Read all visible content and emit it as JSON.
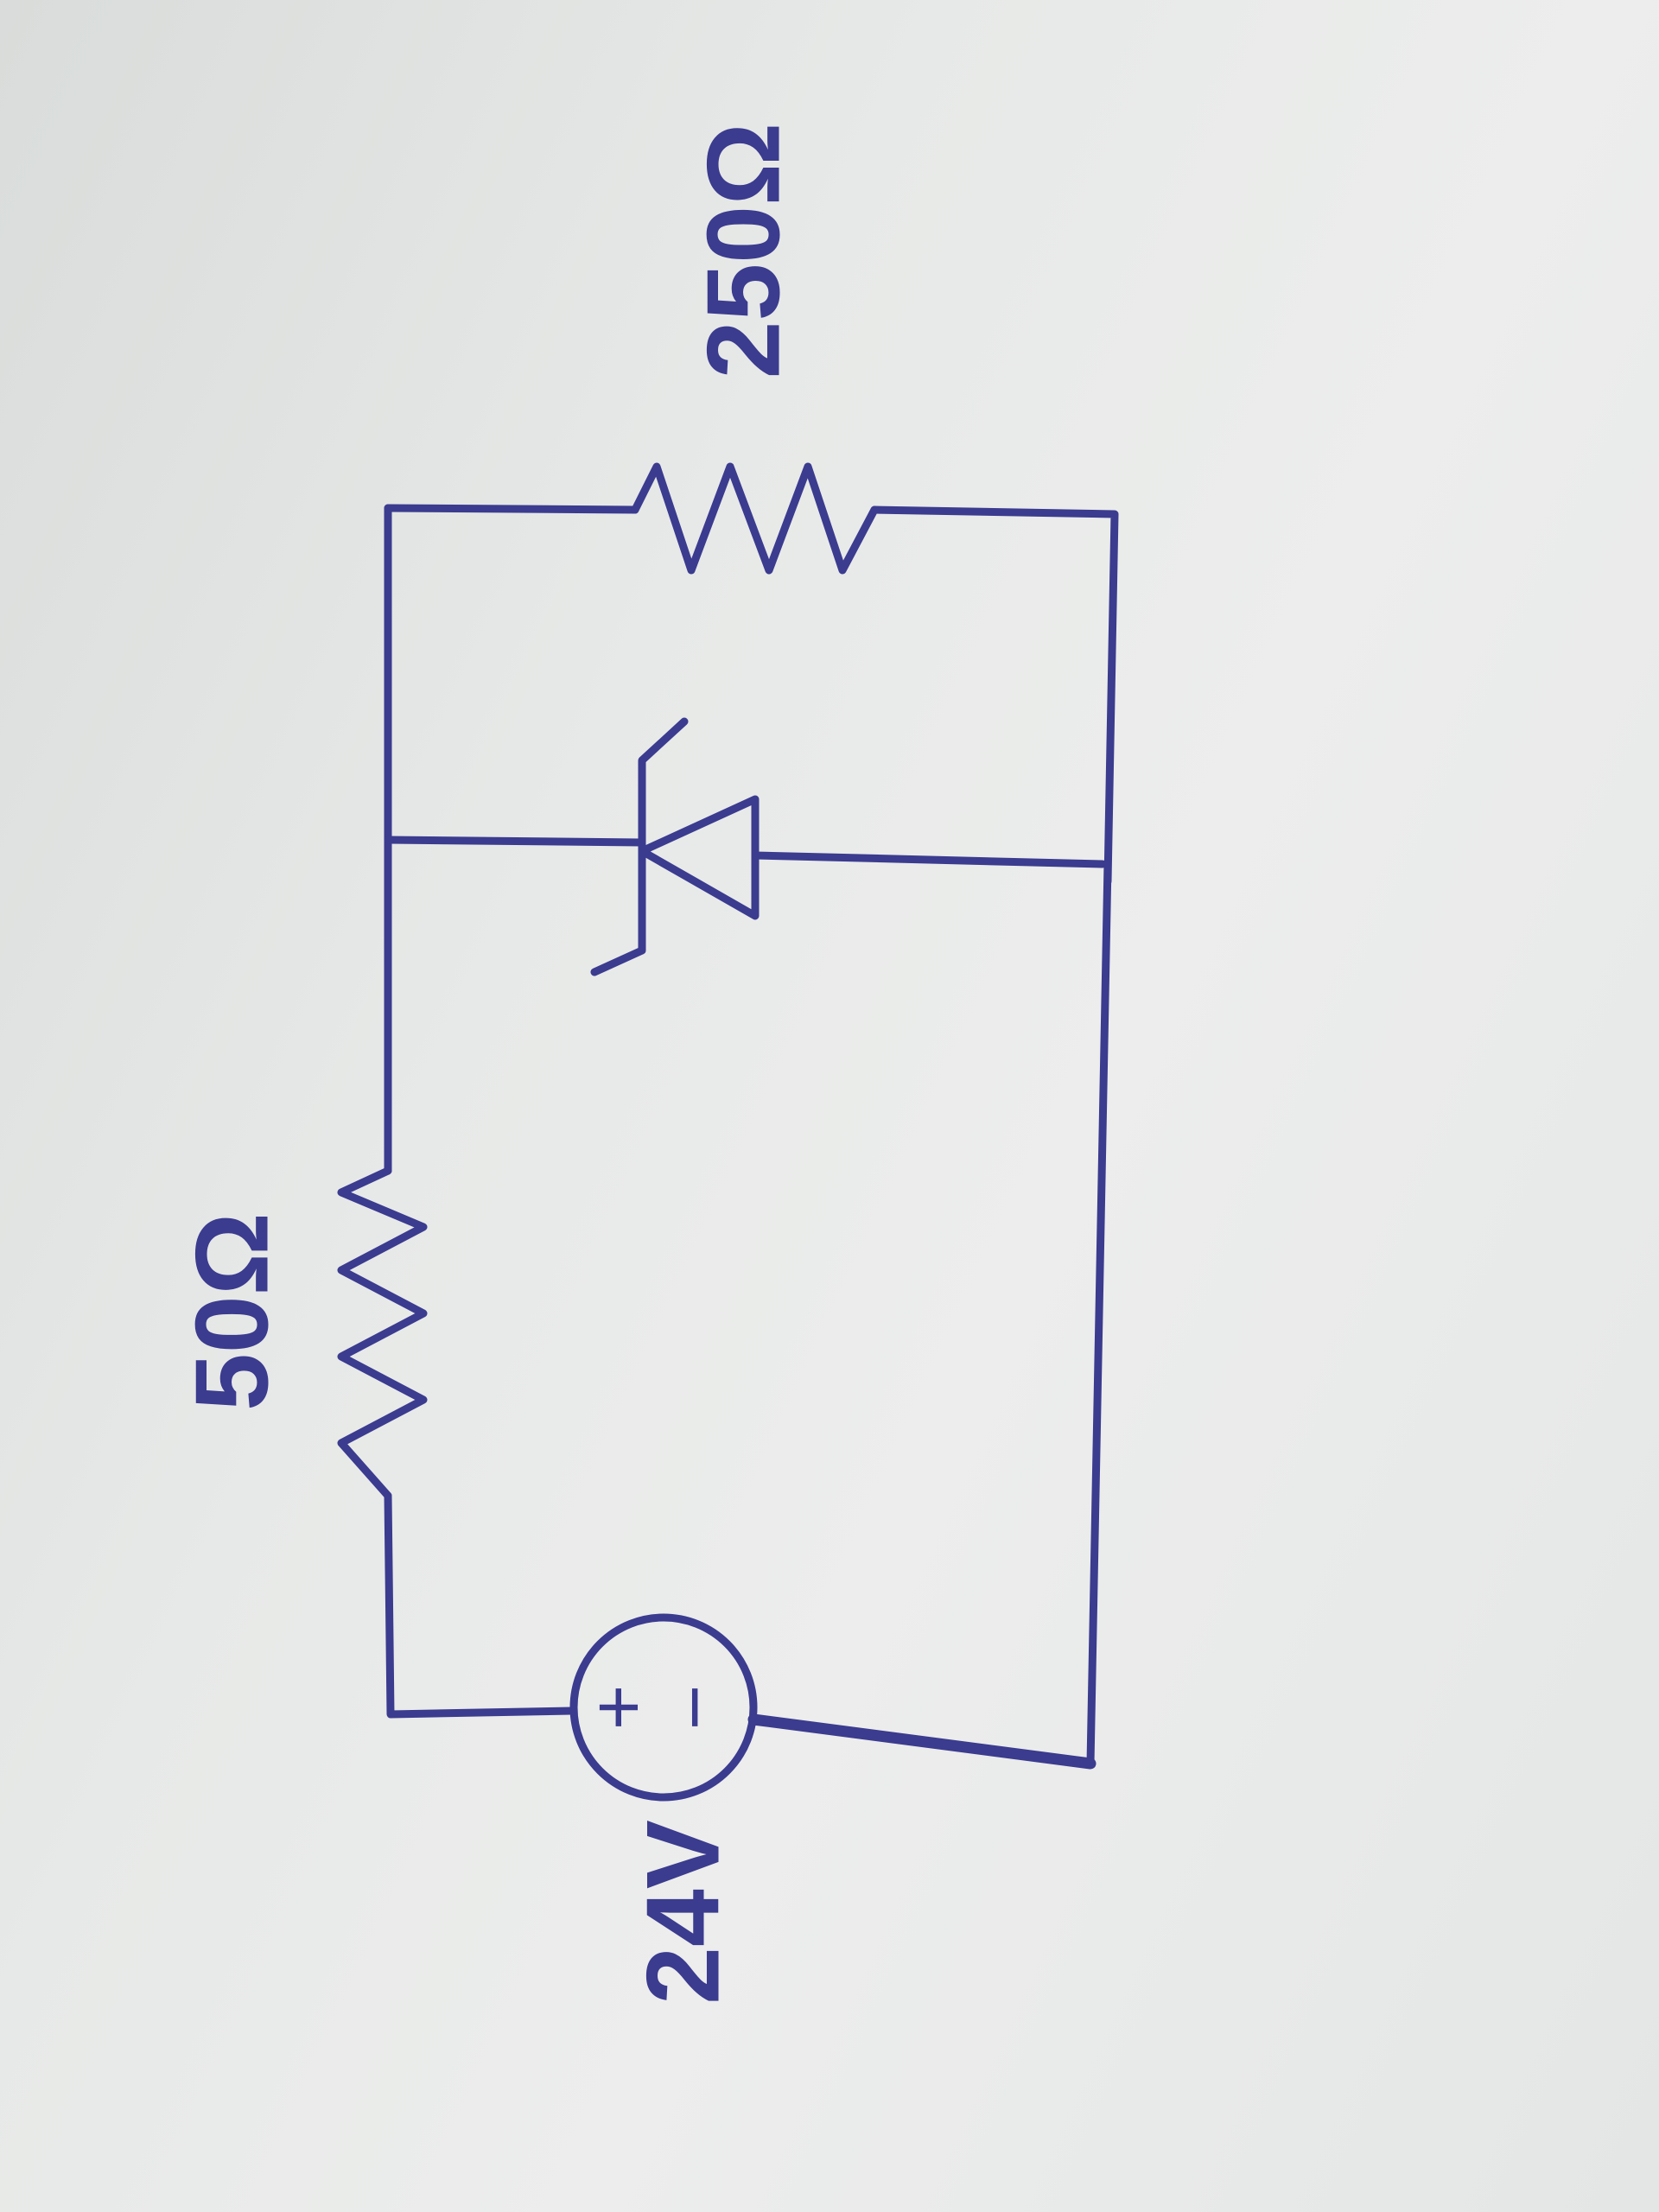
{
  "diagram": {
    "type": "circuit schematic (hand-drawn)",
    "ink_color": "#3b3b8f",
    "components": {
      "source": {
        "label": "24V",
        "plus": "+",
        "minus": "−"
      },
      "series_resistor": {
        "label": "50Ω"
      },
      "load_resistor": {
        "label": "250Ω"
      },
      "zener_diode": {
        "label": ""
      }
    }
  }
}
